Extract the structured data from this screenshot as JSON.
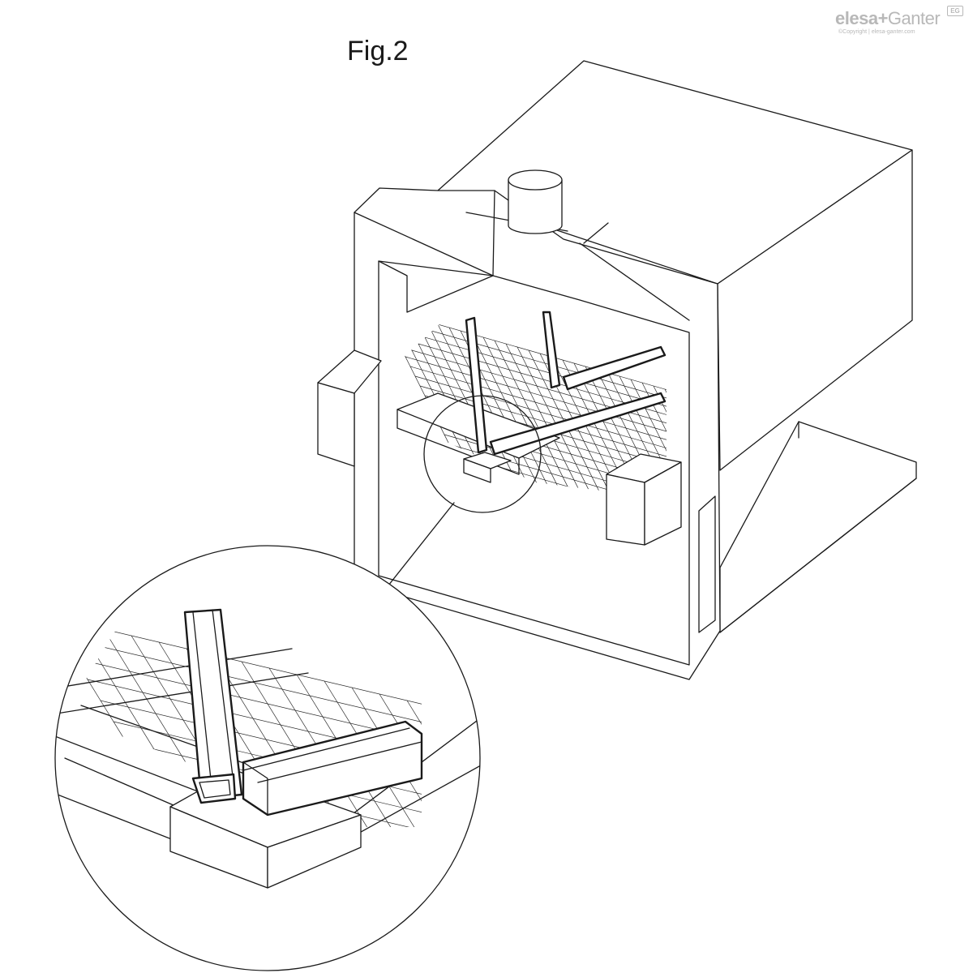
{
  "figure": {
    "label": "Fig.2"
  },
  "logo": {
    "brand_a": "elesa",
    "joiner": "+",
    "brand_b": "Ganter",
    "badge": "EG",
    "copyright": "©Copyright | elesa-ganter.com"
  },
  "colors": {
    "line": "#1a1a1a",
    "background": "#ffffff",
    "logo": "#b8b8b8"
  }
}
